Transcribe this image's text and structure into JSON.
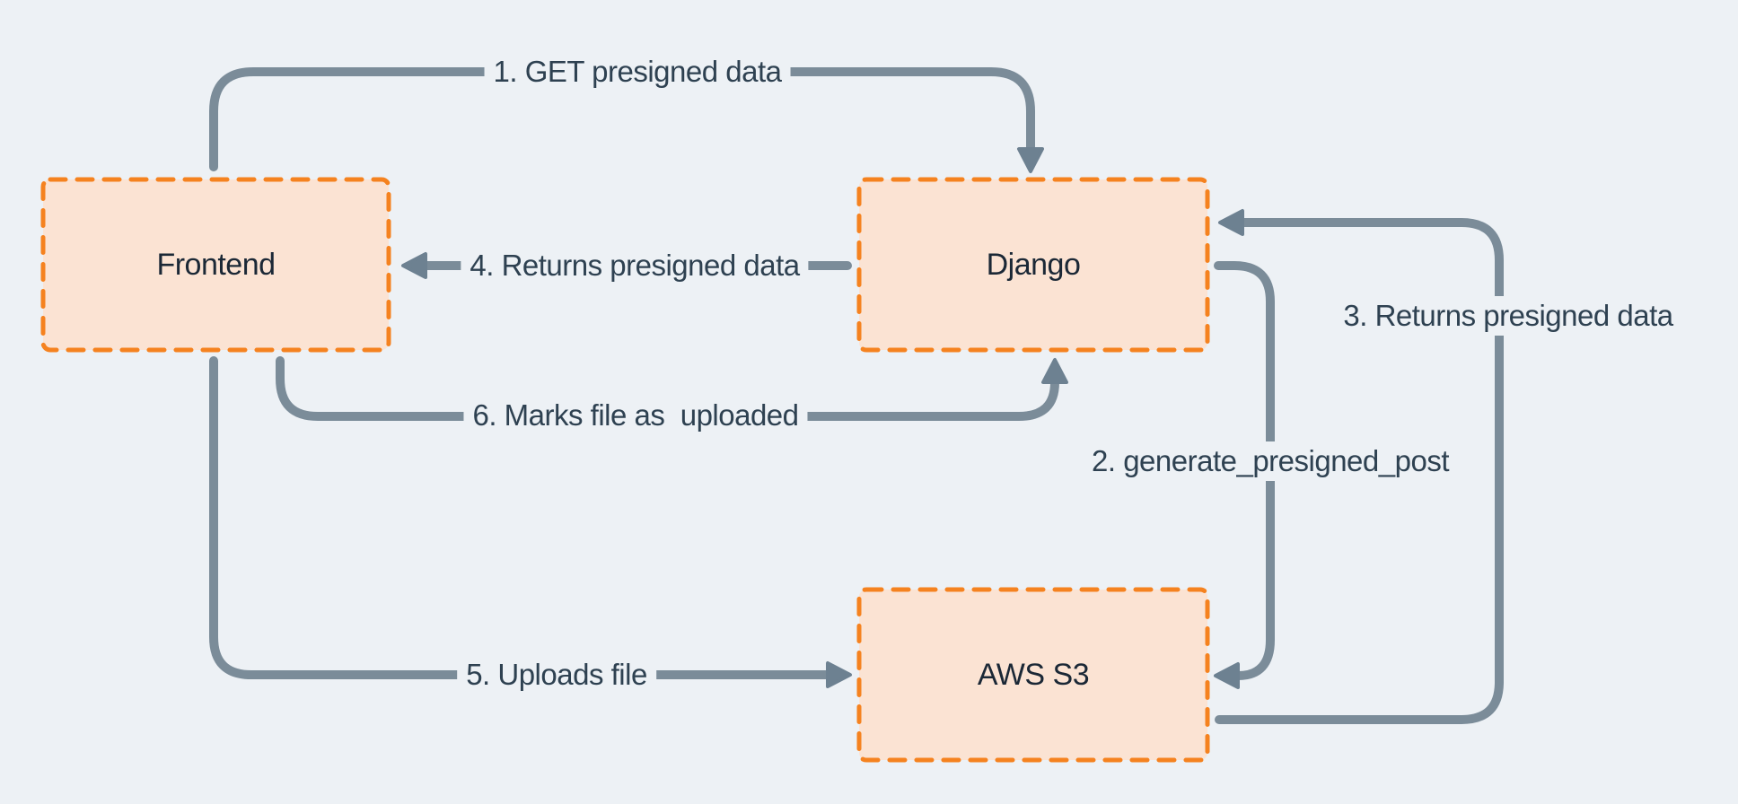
{
  "diagram": {
    "background_color": "#edf1f5",
    "node_fill_color": "#fbe3d3",
    "node_border_color": "#f5821f",
    "line_color": "#7b8c99",
    "arrowhead_color": "#6d8191",
    "flow_label_text_color": "#2e4151",
    "node_label_text_color": "#1b2836",
    "nodes": [
      {
        "id": "frontend",
        "label": "Frontend"
      },
      {
        "id": "django",
        "label": "Django"
      },
      {
        "id": "aws-s3",
        "label": "AWS S3"
      }
    ],
    "flows": [
      {
        "step": 1,
        "label": "1. GET presigned data",
        "from": "Frontend",
        "to": "Django"
      },
      {
        "step": 2,
        "label": "2. generate_presigned_post",
        "from": "Django",
        "to": "AWS S3"
      },
      {
        "step": 3,
        "label": "3. Returns presigned data",
        "from": "AWS S3",
        "to": "Django"
      },
      {
        "step": 4,
        "label": "4. Returns presigned data",
        "from": "Django",
        "to": "Frontend"
      },
      {
        "step": 5,
        "label": "5. Uploads file",
        "from": "Frontend",
        "to": "AWS S3"
      },
      {
        "step": 6,
        "label": "6. Marks file as  uploaded",
        "from": "Frontend",
        "to": "Django"
      }
    ]
  }
}
